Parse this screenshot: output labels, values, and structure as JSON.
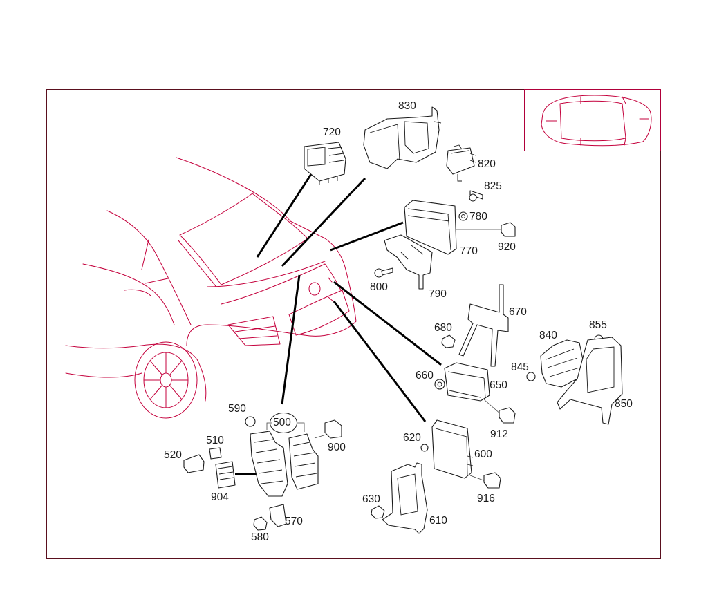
{
  "labels": {
    "p500": "500",
    "p510": "510",
    "p520": "520",
    "p570": "570",
    "p580": "580",
    "p590": "590",
    "p600": "600",
    "p610": "610",
    "p620": "620",
    "p630": "630",
    "p650": "650",
    "p660": "660",
    "p670": "670",
    "p680": "680",
    "p720": "720",
    "p770": "770",
    "p780": "780",
    "p790": "790",
    "p800": "800",
    "p820": "820",
    "p825": "825",
    "p830": "830",
    "p840": "840",
    "p845": "845",
    "p850": "850",
    "p855": "855",
    "p900": "900",
    "p904": "904",
    "p912": "912",
    "p916": "916",
    "p920": "920"
  },
  "colors": {
    "car_line": "#c4003c",
    "frame": "#5a0f1e",
    "inset_border": "#b0003a",
    "parts": "#1a1a1a"
  }
}
